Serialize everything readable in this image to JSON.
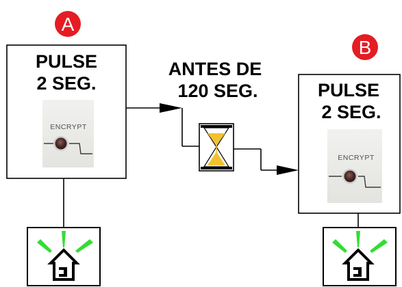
{
  "colors": {
    "badge": "#e51c23",
    "led_green": "#33dd33",
    "hourglass_sand": "#f2c12e",
    "line": "#000000",
    "button_panel": "#ececea"
  },
  "step_a": {
    "badge": "A",
    "instruction_line1": "PULSE",
    "instruction_line2": "2 SEG.",
    "button_label": "ENCRYPT"
  },
  "wait": {
    "line1": "ANTES DE",
    "line2": "120 SEG.",
    "icon": "hourglass-icon"
  },
  "step_b": {
    "badge": "B",
    "instruction_line1": "PULSE",
    "instruction_line2": "2 SEG.",
    "button_label": "ENCRYPT"
  },
  "indicator_icon": "home-led-blinking-icon"
}
